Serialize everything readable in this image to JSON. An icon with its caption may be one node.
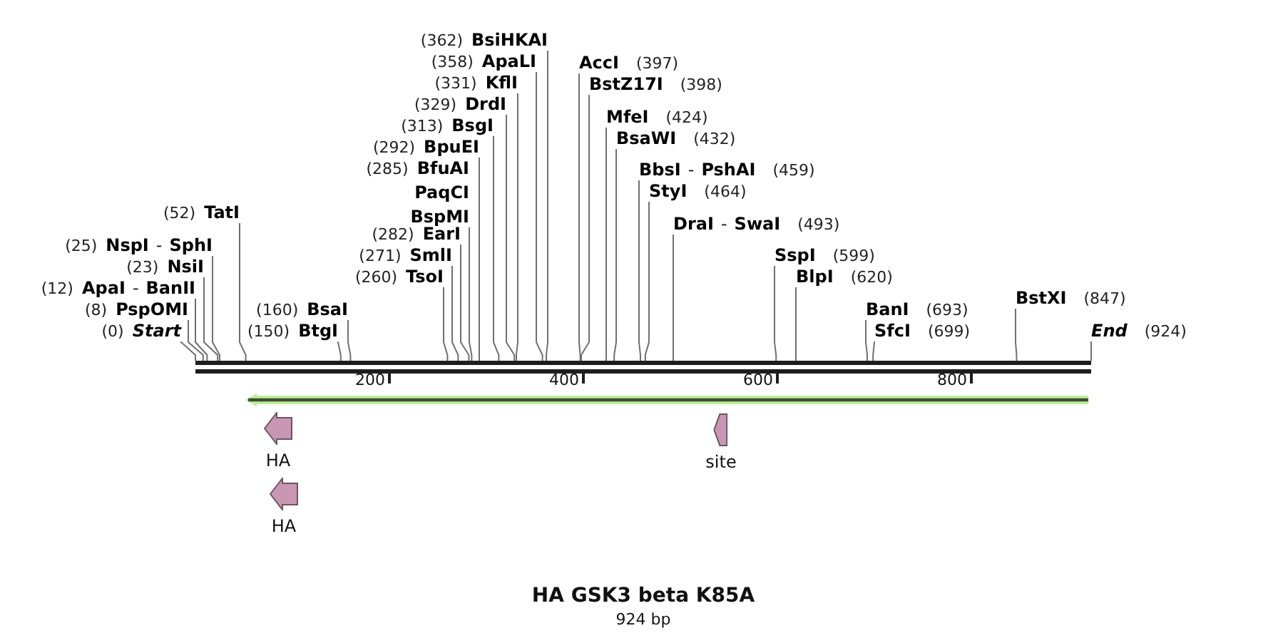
{
  "diagram": {
    "title": "HA GSK3 beta K85A",
    "caption": "924 bp",
    "nodes": [
      {
        "text": [
          "(0)",
          "Start"
        ]
      },
      {
        "text": [
          "(8)",
          "PspOMI"
        ]
      },
      {
        "text": [
          "(12)",
          "ApaI",
          "-",
          "BanII"
        ]
      },
      {
        "text": [
          "(23)",
          "NsiI"
        ]
      },
      {
        "text": [
          "(25)",
          "NspI",
          "-",
          "SphI"
        ]
      },
      {
        "text": [
          "(52)",
          "TatI"
        ]
      },
      {
        "text": [
          "(150)",
          "BtgI"
        ]
      },
      {
        "text": [
          "(160)",
          "BsaI"
        ]
      },
      {
        "text": [
          "(260)",
          "TsoI"
        ]
      },
      {
        "text": [
          "(271)",
          "SmlI"
        ]
      },
      {
        "text": [
          "(282)",
          "EarI"
        ]
      },
      {
        "text": [
          "(285)",
          "BfuAI",
          "PaqCI",
          "BspMI"
        ]
      },
      {
        "text": [
          "(292)",
          "BpuEI"
        ]
      },
      {
        "text": [
          "(313)",
          "BsgI"
        ]
      },
      {
        "text": [
          "(329)",
          "DrdI"
        ]
      },
      {
        "text": [
          "(331)",
          "KflI"
        ]
      },
      {
        "text": [
          "(358)",
          "ApaLI"
        ]
      },
      {
        "text": [
          "(362)",
          "BsiHKAI"
        ]
      },
      {
        "text": [
          "AccI",
          "(397)"
        ]
      },
      {
        "text": [
          "BstZ17I",
          "(398)"
        ]
      },
      {
        "text": [
          "MfeI",
          "(424)"
        ]
      },
      {
        "text": [
          "BsaWI",
          "(432)"
        ]
      },
      {
        "text": [
          "BbsI",
          "-",
          "PshAI",
          "(459)"
        ]
      },
      {
        "text": [
          "StyI",
          "(464)"
        ]
      },
      {
        "text": [
          "DraI",
          "-",
          "SwaI",
          "(493)"
        ]
      },
      {
        "text": [
          "SspI",
          "(599)"
        ]
      },
      {
        "text": [
          "BlpI",
          "(620)"
        ]
      },
      {
        "text": [
          "BanI",
          "(693)"
        ]
      },
      {
        "text": [
          "SfcI",
          "(699)"
        ]
      },
      {
        "text": [
          "BstXI",
          "(847)"
        ]
      },
      {
        "text": [
          "End",
          "(924)"
        ]
      },
      {
        "text": [],
        "shape": "bar"
      },
      {
        "text": [],
        "shape": "arrow"
      },
      {
        "text": [
          "HA"
        ]
      },
      {
        "text": [
          "HA"
        ]
      },
      {
        "text": [
          "site"
        ]
      }
    ],
    "edges": [
      {
        "from": 0,
        "to": 31,
        "arrow": "none"
      },
      {
        "from": 1,
        "to": 31,
        "arrow": "none"
      },
      {
        "from": 2,
        "to": 31,
        "arrow": "none"
      },
      {
        "from": 3,
        "to": 31,
        "arrow": "none"
      },
      {
        "from": 4,
        "to": 31,
        "arrow": "none"
      },
      {
        "from": 5,
        "to": 31,
        "arrow": "none"
      },
      {
        "from": 6,
        "to": 31,
        "arrow": "none"
      },
      {
        "from": 7,
        "to": 31,
        "arrow": "none"
      },
      {
        "from": 8,
        "to": 31,
        "arrow": "none"
      },
      {
        "from": 9,
        "to": 31,
        "arrow": "none"
      },
      {
        "from": 10,
        "to": 31,
        "arrow": "none"
      },
      {
        "from": 11,
        "to": 31,
        "arrow": "none"
      },
      {
        "from": 12,
        "to": 31,
        "arrow": "none"
      },
      {
        "from": 13,
        "to": 31,
        "arrow": "none"
      },
      {
        "from": 14,
        "to": 31,
        "arrow": "none"
      },
      {
        "from": 15,
        "to": 31,
        "arrow": "none"
      },
      {
        "from": 16,
        "to": 31,
        "arrow": "none"
      },
      {
        "from": 17,
        "to": 31,
        "arrow": "none"
      },
      {
        "from": 18,
        "to": 31,
        "arrow": "none"
      },
      {
        "from": 19,
        "to": 31,
        "arrow": "none"
      },
      {
        "from": 20,
        "to": 31,
        "arrow": "none"
      },
      {
        "from": 21,
        "to": 31,
        "arrow": "none"
      },
      {
        "from": 22,
        "to": 31,
        "arrow": "none"
      },
      {
        "from": 23,
        "to": 31,
        "arrow": "none"
      },
      {
        "from": 24,
        "to": 31,
        "arrow": "none"
      },
      {
        "from": 25,
        "to": 31,
        "arrow": "none"
      },
      {
        "from": 26,
        "to": 31,
        "arrow": "none"
      },
      {
        "from": 27,
        "to": 31,
        "arrow": "none"
      },
      {
        "from": 28,
        "to": 31,
        "arrow": "none"
      },
      {
        "from": 29,
        "to": 31,
        "arrow": "none"
      },
      {
        "from": 30,
        "to": 31,
        "arrow": "none"
      }
    ],
    "labels": [
      "200",
      "400",
      "600",
      "800"
    ]
  }
}
